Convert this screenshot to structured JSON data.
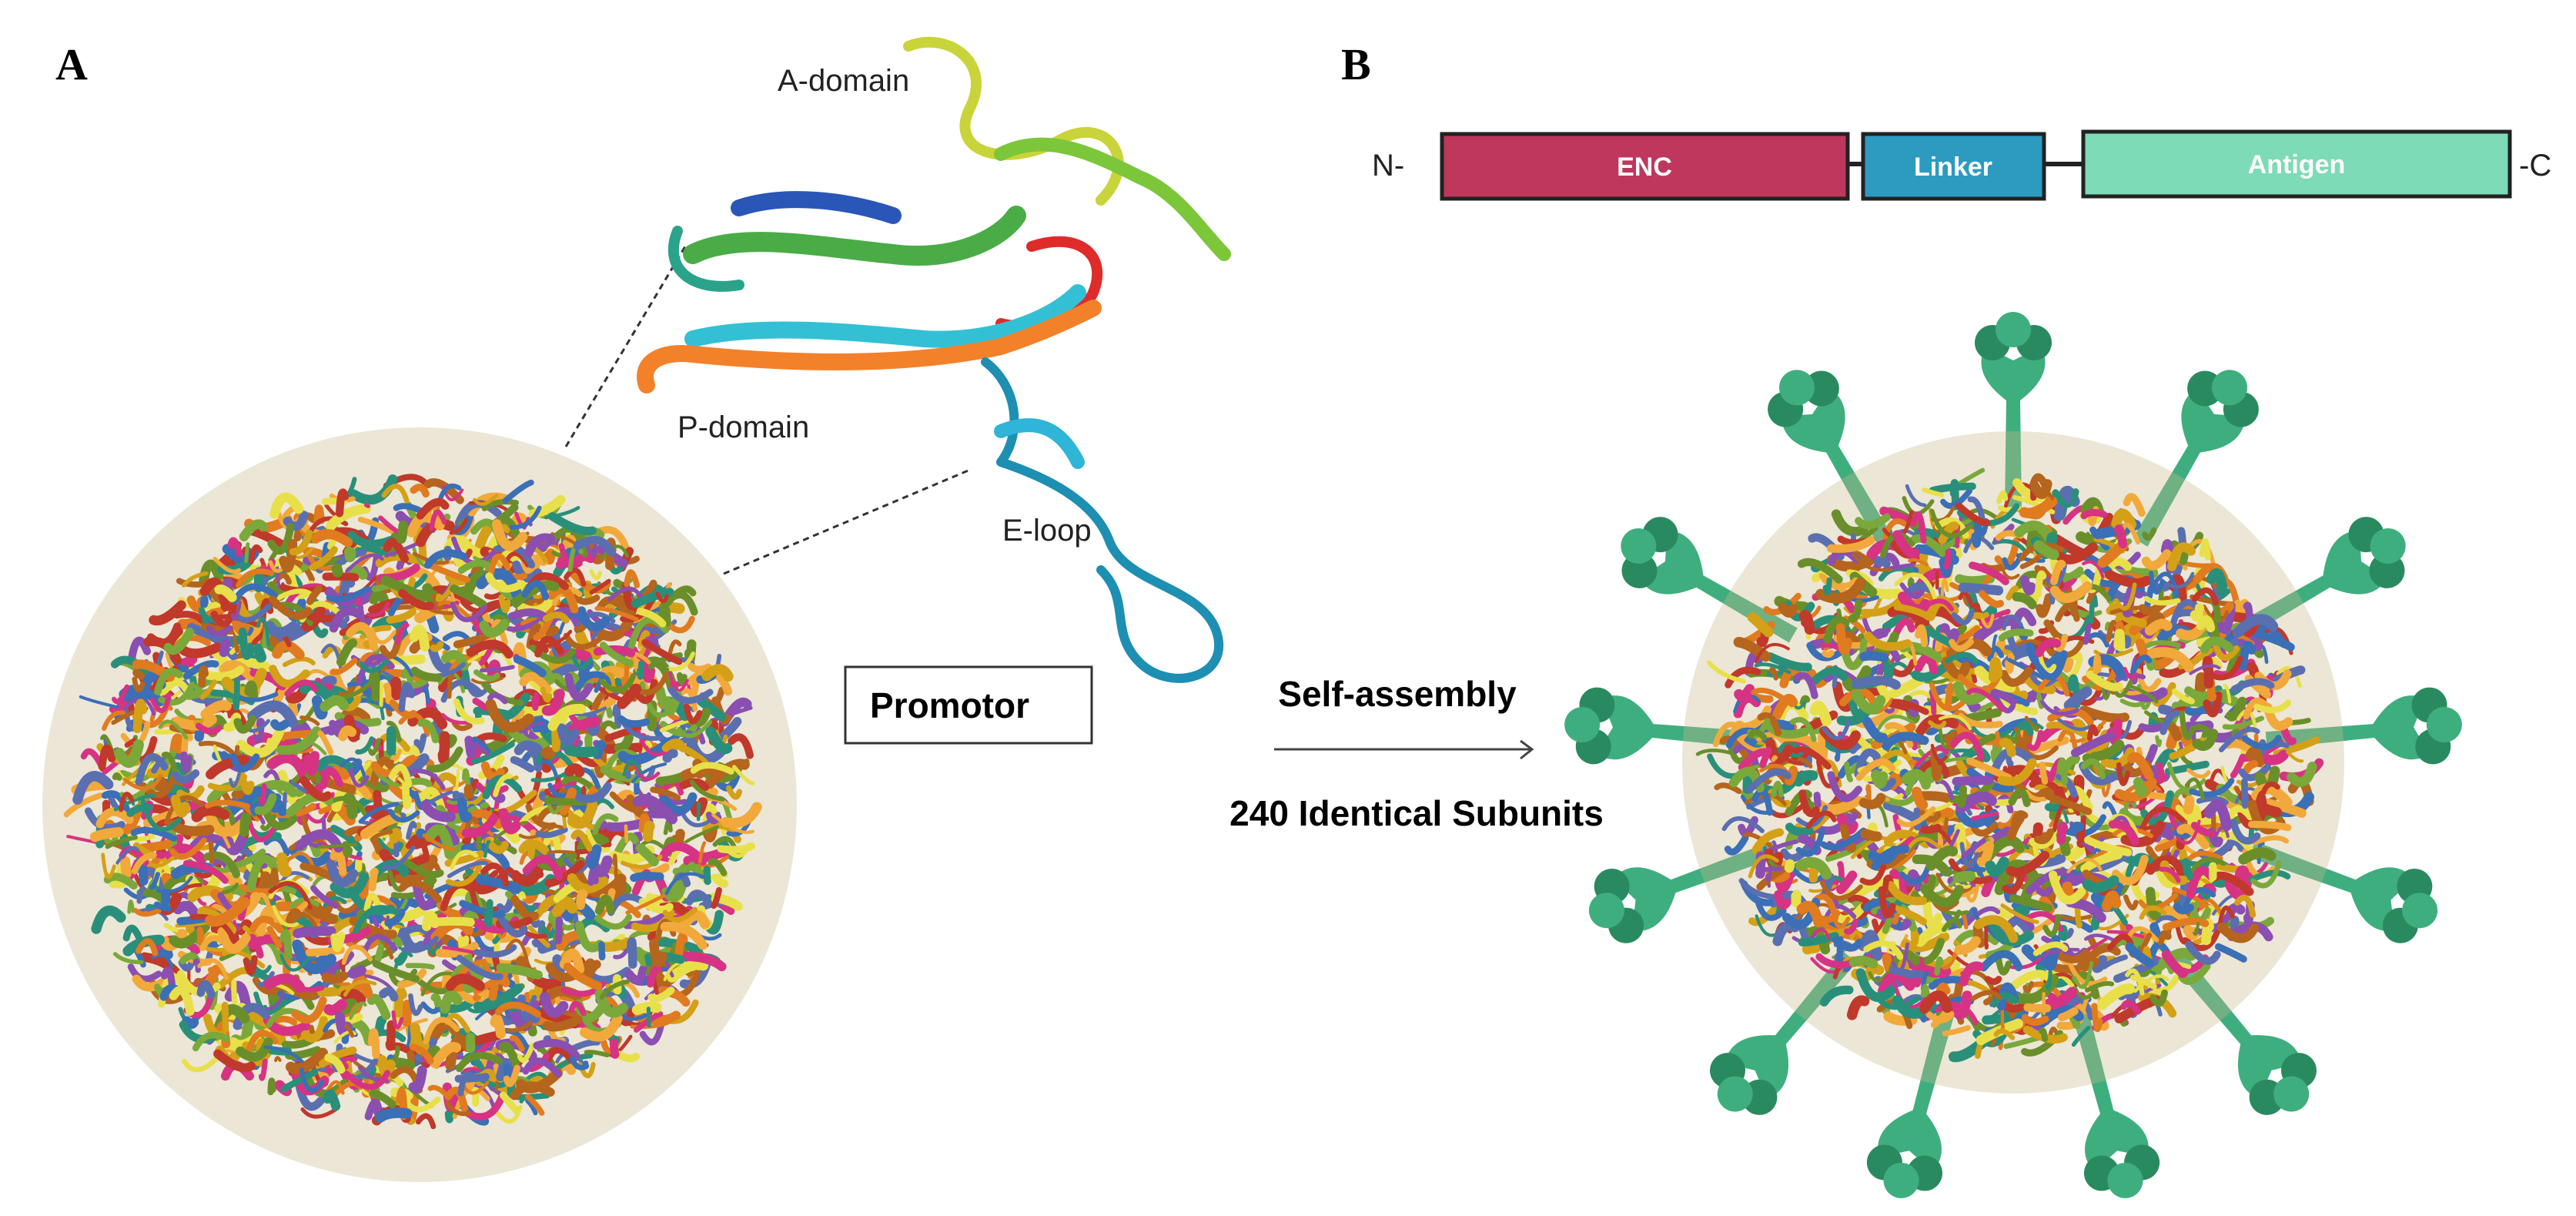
{
  "panels": {
    "a": "A",
    "b": "B"
  },
  "structure_labels": {
    "a_domain": "A-domain",
    "p_domain": "P-domain",
    "e_loop": "E-loop"
  },
  "construct": {
    "n_term": "N-",
    "c_term": "-C",
    "segments": [
      {
        "label": "ENC",
        "color": "#bf375c"
      },
      {
        "label": "Linker",
        "color": "#2d9bc0"
      },
      {
        "label": "Antigen",
        "color": "#7ddbb7"
      }
    ]
  },
  "promotor_label": "Promotor",
  "arrow": {
    "top_label": "Self-assembly",
    "bottom_label": "240 Identical Subunits"
  },
  "colors": {
    "antigen_spike": "#3fae7e",
    "antigen_spike_dark": "#2a8a5f"
  }
}
